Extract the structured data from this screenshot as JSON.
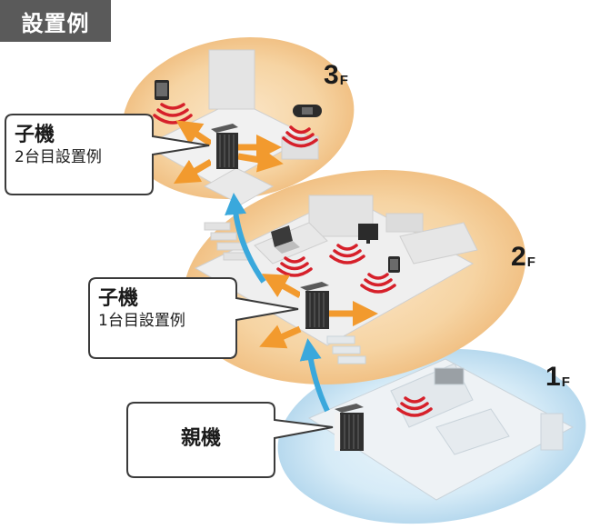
{
  "header": {
    "title": "設置例"
  },
  "floors": [
    {
      "number": "3",
      "unit": "F"
    },
    {
      "number": "2",
      "unit": "F"
    },
    {
      "number": "1",
      "unit": "F"
    }
  ],
  "callouts": {
    "second_unit": {
      "title": "子機",
      "subtitle": "2台目設置例"
    },
    "first_unit": {
      "title": "子機",
      "subtitle": "1台目設置例"
    },
    "main_unit": {
      "title": "親機"
    }
  },
  "colors": {
    "floor_glow_upper": "#f3c98c",
    "floor_glow_lower": "#bcdcf0",
    "signal_arrow": "#f29a2e",
    "uplink_arrow": "#3aa8dc",
    "wave": "#d6202a",
    "tag_bg": "#5a5a5a"
  }
}
